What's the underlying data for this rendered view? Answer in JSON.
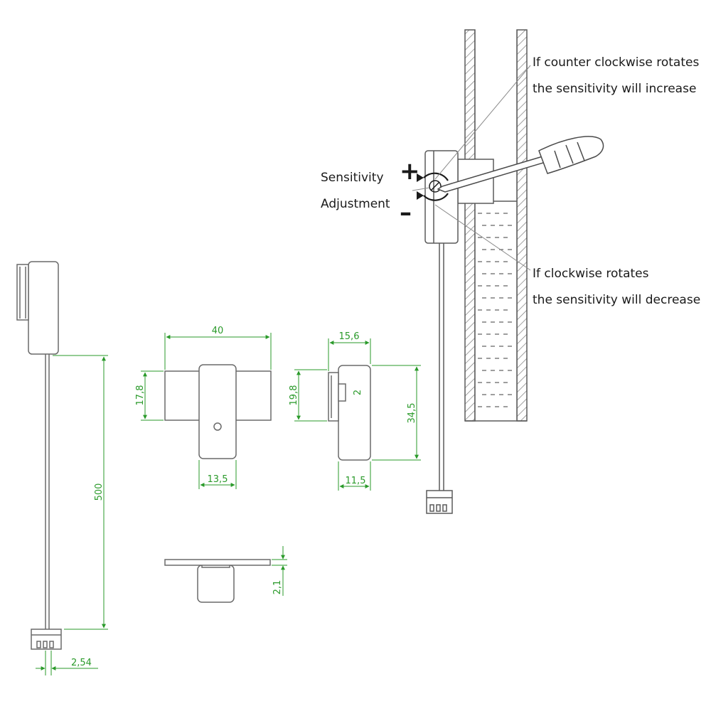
{
  "dimensions": {
    "total_length": "500",
    "pin_pitch": "2,54",
    "body_width": "40",
    "body_height": "17,8",
    "tab_width": "13,5",
    "side_depth": "15,6",
    "side_height": "34,5",
    "side_inner": "19,8",
    "side_small": "2",
    "side_bottom": "11,5",
    "plate_thickness": "2,1"
  },
  "annotations": {
    "ccw_line1": "If counter clockwise rotates",
    "ccw_line2": "the sensitivity will increase",
    "cw_line1": "If clockwise rotates",
    "cw_line2": "the sensitivity will decrease",
    "adjust_line1": "Sensitivity",
    "adjust_line2": "Adjustment",
    "plus_symbol": "+",
    "minus_symbol": "–"
  },
  "colors": {
    "line": "#6a6a6a",
    "dimension": "#2a9a2a",
    "text": "#1a1a1a",
    "fill": "#ffffff"
  }
}
